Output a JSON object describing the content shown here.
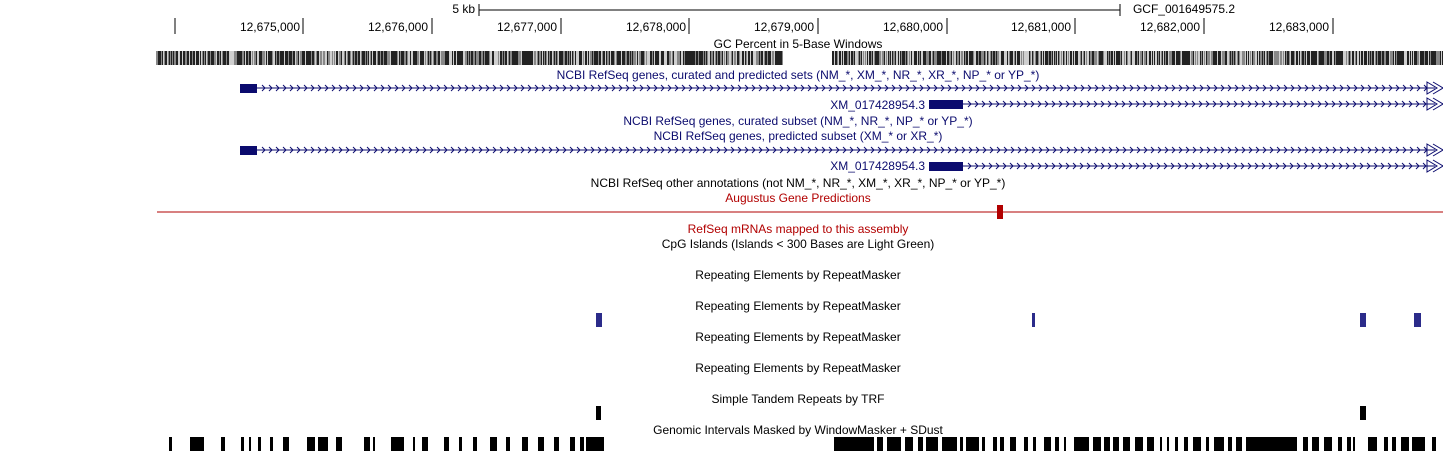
{
  "ruler": {
    "scale_label": "5 kb",
    "assembly": "GCF_001649575.2",
    "ticks": [
      "12,675,000",
      "12,676,000",
      "12,677,000",
      "12,678,000",
      "12,679,000",
      "12,680,000",
      "12,681,000",
      "12,682,000",
      "12,683,000"
    ]
  },
  "tracks": {
    "gc_percent": "GC Percent in 5-Base Windows",
    "refseq_all": "NCBI RefSeq genes, curated and predicted sets (NM_*, XM_*, NR_*, XR_*, NP_* or YP_*)",
    "refseq_all_feature": "XM_017428954.3",
    "refseq_curated": "NCBI RefSeq genes, curated subset (NM_*, NR_*, NP_* or YP_*)",
    "refseq_predicted": "NCBI RefSeq genes, predicted subset (XM_* or XR_*)",
    "refseq_predicted_feature": "XM_017428954.3",
    "refseq_other": "NCBI RefSeq other annotations (not NM_*, NR_*, XM_*, XR_*, NP_* or YP_*)",
    "augustus": "Augustus Gene Predictions",
    "refseq_mrna": "RefSeq mRNAs mapped to this assembly",
    "cpg": "CpG Islands (Islands < 300 Bases are Light Green)",
    "rmsk_1": "Repeating Elements by RepeatMasker",
    "rmsk_2": "Repeating Elements by RepeatMasker",
    "rmsk_3": "Repeating Elements by RepeatMasker",
    "rmsk_4": "Repeating Elements by RepeatMasker",
    "trf": "Simple Tandem Repeats by TRF",
    "windowmasker": "Genomic Intervals Masked by WindowMasker + SDust"
  },
  "colors": {
    "gene": "#0b0b6e",
    "augustus": "#b20000",
    "repeat": "#2b2b8a",
    "black": "#000000"
  }
}
